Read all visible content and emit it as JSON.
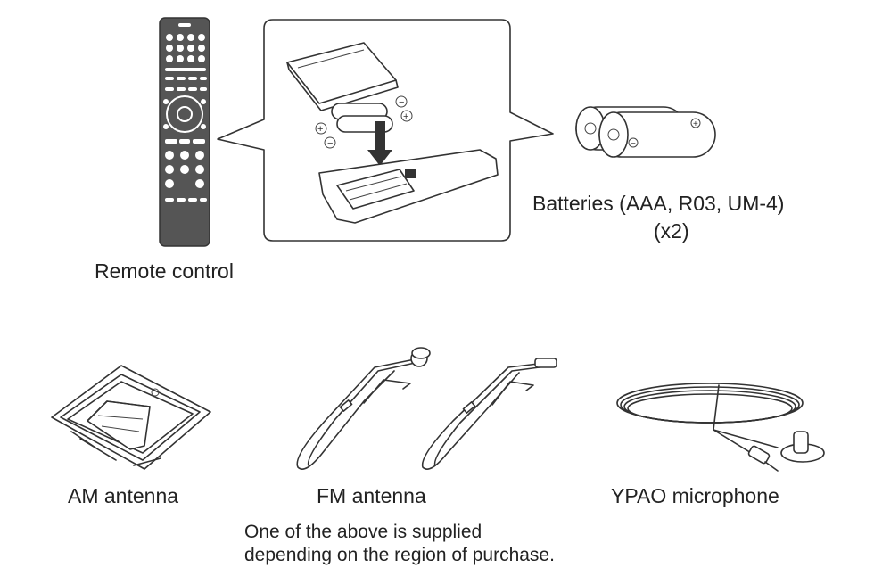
{
  "items": {
    "remote": {
      "label": "Remote control"
    },
    "batteries": {
      "label_line1": "Batteries (AAA, R03, UM-4)",
      "label_line2": "(x2)"
    },
    "am_antenna": {
      "label": "AM antenna"
    },
    "fm_antenna": {
      "label": "FM antenna"
    },
    "ypao": {
      "label": "YPAO microphone"
    }
  },
  "note": {
    "line1": "One of the above is supplied",
    "line2": "depending on the region of purchase."
  }
}
